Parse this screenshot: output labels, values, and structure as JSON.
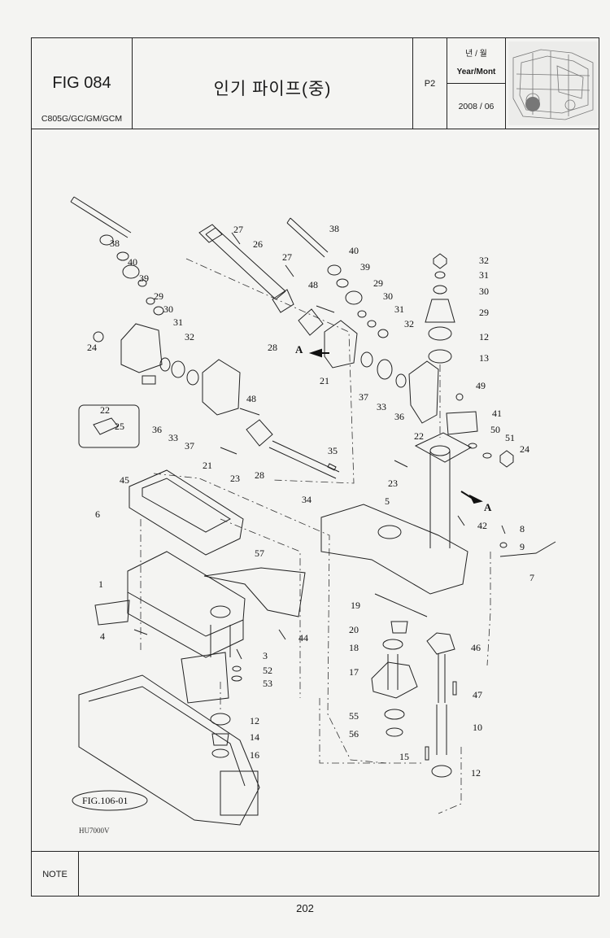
{
  "header": {
    "fig_no": "FIG 084",
    "models": "C805G/GC/GM/GCM",
    "title": "인기 파이프(중)",
    "page_tag": "P2",
    "year_label_kr": "년 / 월",
    "year_label_en": "Year/Mont",
    "date": "2008 / 06"
  },
  "diagram": {
    "parts": [
      {
        "no": "38"
      },
      {
        "no": "40"
      },
      {
        "no": "39"
      },
      {
        "no": "29"
      },
      {
        "no": "30"
      },
      {
        "no": "31"
      },
      {
        "no": "32"
      },
      {
        "no": "24"
      },
      {
        "no": "22"
      },
      {
        "no": "25"
      },
      {
        "no": "36"
      },
      {
        "no": "33"
      },
      {
        "no": "37"
      },
      {
        "no": "21"
      },
      {
        "no": "48"
      },
      {
        "no": "23"
      },
      {
        "no": "28"
      },
      {
        "no": "27"
      },
      {
        "no": "26"
      },
      {
        "no": "27"
      },
      {
        "no": "38"
      },
      {
        "no": "40"
      },
      {
        "no": "39"
      },
      {
        "no": "48"
      },
      {
        "no": "29"
      },
      {
        "no": "30"
      },
      {
        "no": "31"
      },
      {
        "no": "32"
      },
      {
        "no": "28"
      },
      {
        "no": "21"
      },
      {
        "no": "37"
      },
      {
        "no": "33"
      },
      {
        "no": "36"
      },
      {
        "no": "22"
      },
      {
        "no": "32"
      },
      {
        "no": "31"
      },
      {
        "no": "30"
      },
      {
        "no": "29"
      },
      {
        "no": "12"
      },
      {
        "no": "13"
      },
      {
        "no": "49"
      },
      {
        "no": "41"
      },
      {
        "no": "50"
      },
      {
        "no": "51"
      },
      {
        "no": "24"
      },
      {
        "no": "35"
      },
      {
        "no": "34"
      },
      {
        "no": "23"
      },
      {
        "no": "45"
      },
      {
        "no": "6"
      },
      {
        "no": "57"
      },
      {
        "no": "1"
      },
      {
        "no": "4"
      },
      {
        "no": "44"
      },
      {
        "no": "3"
      },
      {
        "no": "52"
      },
      {
        "no": "53"
      },
      {
        "no": "12"
      },
      {
        "no": "14"
      },
      {
        "no": "16"
      },
      {
        "no": "5"
      },
      {
        "no": "42"
      },
      {
        "no": "8"
      },
      {
        "no": "9"
      },
      {
        "no": "7"
      },
      {
        "no": "19"
      },
      {
        "no": "20"
      },
      {
        "no": "18"
      },
      {
        "no": "46"
      },
      {
        "no": "17"
      },
      {
        "no": "47"
      },
      {
        "no": "55"
      },
      {
        "no": "10"
      },
      {
        "no": "56"
      },
      {
        "no": "15"
      },
      {
        "no": "12"
      }
    ],
    "view_marks": [
      "A",
      "A"
    ],
    "fig_ref": "FIG.106-01",
    "drawing_code": "HU7000V"
  },
  "note": {
    "label": "NOTE"
  },
  "footer": {
    "page_number": "202"
  }
}
